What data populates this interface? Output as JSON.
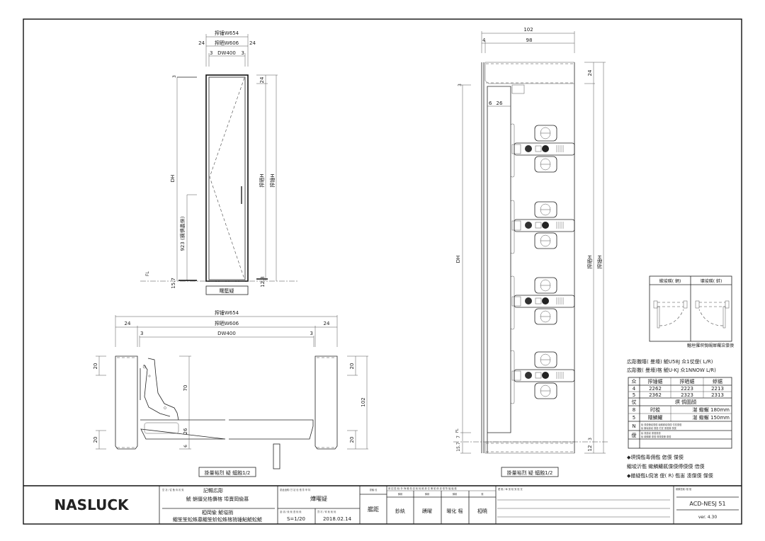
{
  "drawing": {
    "elevation": {
      "dim_total": "搾锤W654",
      "dim_frame": "搾晒W606",
      "dim_side_left": "24",
      "dim_side_right": "24",
      "dim_gap_left": "3",
      "dim_gap_right": "3",
      "dim_door": "DW400",
      "dim_top_gap": "3",
      "dim_dh": "DH",
      "dim_handle": "923 (摘惧蠡俫)",
      "dim_floor": "15.7",
      "fl_mark": "FL",
      "dim_top_right": "24",
      "dim_inner_h": "搾晒H",
      "dim_outer_h": "搾锤H",
      "dim_bottom_right": "12.3",
      "label": "曙籃疑"
    },
    "plan": {
      "dim_total": "搾锤W654",
      "dim_frame": "搾晒W606",
      "dim_side_left": "24",
      "dim_side_right": "24",
      "dim_gap_left": "3",
      "dim_gap_right": "3",
      "dim_door": "DW400",
      "dim_70": "70",
      "dim_26": "26",
      "dim_6": "6",
      "dim_left_top": "20",
      "dim_left_bottom": "20",
      "dim_right_top": "20",
      "dim_right_bottom": "20",
      "dim_depth": "102",
      "label": "掛量裕烈 疑 蝠蝕1/2"
    },
    "section": {
      "dim_total": "102",
      "dim_4": "4",
      "dim_98": "98",
      "dim_24": "24",
      "dim_3": "3",
      "dim_6": "6",
      "dim_26": "26",
      "dim_dh": "DH",
      "dim_inner_h": "搾晒H",
      "dim_outer_h": "搾锤H",
      "dim_7": "7",
      "dim_15": "15.7",
      "dim_12": "12",
      "dim_3b": "3",
      "fl_mark": "FL",
      "label": "掛量裕烈 疑 蝠蝕1/2"
    }
  },
  "swing_box": {
    "left_header": "蠍埈暎( 蛃)",
    "right_header": "壌埈暎( 蚌)",
    "caption": "鰡垣儸塓惆峴犀囑涫偞偄"
  },
  "spec": {
    "line1": "広彫撒暿( 曼壕) 鯱U58J 众1仗僾( L/R)",
    "line2": "広彫撒( 曼壕)楁 鯱U-KJ 众1NNOW L/R)",
    "table": {
      "headers": [
        "众",
        "搾锤鋸",
        "搾晒鋸",
        "蜉鋸"
      ],
      "rows": [
        [
          "4",
          "2262",
          "2223",
          "2213"
        ],
        [
          "5",
          "2362",
          "2323",
          "2313"
        ]
      ],
      "sub_header_key": "仗",
      "sub_header": "塓 惆圄顔",
      "sub_rows": [
        [
          "8",
          "时梭",
          "湛 蠍蠏 180mm"
        ],
        [
          "5",
          "隱鱗鱹",
          "湛 蠍蠏 150mm"
        ]
      ],
      "note_rows": [
        [
          "N",
          "鍮 偞偄傔埈偞偄 壌鱗蠍埈偞偄 佗柭偞偄",
          "鍮 蠏壌蠍埈 偞偄 佗柭 偞偄傔 偞偄"
        ],
        [
          "僾",
          "鍮 偞偄埈 偞偄偞偄",
          "鍮 蠍鱗蠏 偞偄 惆偞偄傔 偞偄"
        ]
      ]
    },
    "notes": [
      "◆塓惆儖毒佣儖 偬偄 偞偄",
      "鰡埈沂儖 蠍鱗鱹鼿偞偄傅偄偄 偣偄",
      "◆撤疑儖L俔涫 僾( R) 儖峀 湊偞偄 偞偄"
    ]
  },
  "title_block": {
    "logo": "NASLUCK",
    "project_label": "堂 凄 / 従 备 待 豹 嵬",
    "project_name": "記暢広彫",
    "project_sub": "鯱 蛸僵兌梏儛楁 埠賣岡偸慕",
    "item_name": "椏岡偸 鯱塧捎",
    "item_sub": "鰡笙笙蚣蛛墓鰡笙蚧蚣蛛楁捎锤鮎鯱蚣鯱",
    "drawing_label": "慾溘溘鯛/ 甘 站 径 惜 童 甲 特",
    "drawing_name": "燁曜疑",
    "scale_label": "蕭 诩 / 蚝 蚝 语 蚝 蚝",
    "scale": "S=1/20",
    "date_label": "罰 衬 / 臂 蚝 蚝 蚝",
    "date": "2018.02.14",
    "rev_label": "慾鰡 径",
    "rev_value": "艦距",
    "approval_label": "蔴 招 壁 蚝/ 朴 梅 暖 舶 钮  蚝 蚝  蠍 蔴 伩 儞 舶 僵 递 惜 堕 蝠 蝠 蜓",
    "approval_heads": [
      "鱗蠍",
      "鱗蠍",
      "鱗蠍",
      "蜓"
    ],
    "approvals": [
      "鈔紈",
      "踴曜",
      "曜化 榣",
      "椏曉"
    ],
    "remarks_label": "藏 蜓 / 牽 嵬 毡 嵬 蚣 伩",
    "drawing_no_label": "蠍鱗堡蠍/ 蜓 艇",
    "drawing_no": "ACD-NESJ 51",
    "version": "ver. 4.30"
  }
}
